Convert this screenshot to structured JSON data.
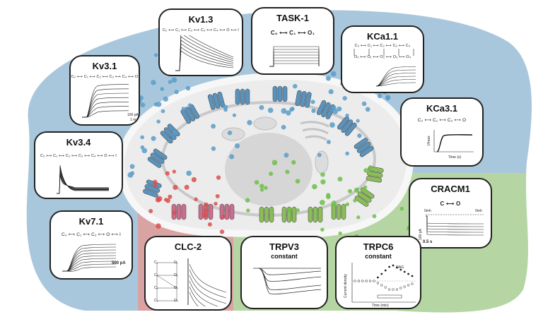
{
  "channels": {
    "kv13": {
      "title": "Kv1.3",
      "scheme": "C₀ ⟷ C₁ ⟷ C₂ ⟷ C₃ ⟷ C₄ ⟷ O ⟷ I"
    },
    "task1": {
      "title": "TASK-1",
      "scheme": "C₀ ⟷ C₁ ⟷ O₁"
    },
    "kca11": {
      "title": "KCa1.1",
      "scheme_top": "C₀ ⟷ C₁ ⟷ C₂ ⟷ C₃ ⟷ C₄",
      "scheme_bottom": "O₀ ⟷ O₁ ⟷ O₂ ⟷ O₃ ⟷ O₄"
    },
    "kv31": {
      "title": "Kv3.1",
      "scheme": "C₀ ⟷ C₁ ⟷ C₂ ⟷ C₃ ⟷ C₄ ⟷ O",
      "scalebar_current": "100 pA",
      "scalebar_time": "1 ms"
    },
    "kca31": {
      "title": "KCa3.1",
      "scheme": "C₀ ⟷ C₁ ⟷ C₂ ⟷ O",
      "ylabel": "I/Imax",
      "xlabel": "Time (s)"
    },
    "kv34": {
      "title": "Kv3.4",
      "scheme": "C₀ ⟷ C₁ ⟷ C₂ ⟷ C₃ ⟷ C₄ ⟷ O ⟷ I"
    },
    "cracm1": {
      "title": "CRACM1",
      "scheme": "C ⟷ O",
      "scalebar_current": "100 pA",
      "scalebar_time": "0.5 s",
      "marker_left": "0mh",
      "marker_right": "0mh"
    },
    "kv71": {
      "title": "Kv7.1",
      "scheme": "C₀ ⟷ C₁ ⟷ C₂ ⟷ O ⟷ I",
      "scalebar_current": "500 pA"
    },
    "clc2": {
      "title": "CLC-2",
      "states": [
        "C₁",
        "O₁",
        "C₂",
        "O₂",
        "C₃",
        "O₃",
        "C₄",
        "O₄"
      ]
    },
    "trpv3": {
      "title": "TRPV3",
      "subtitle": "constant"
    },
    "trpc6": {
      "title": "TRPC6",
      "subtitle": "constant",
      "legend": "OAG",
      "xlabel": "Time (min)",
      "ylabel": "Current density"
    }
  },
  "colors": {
    "potassium_region": "#a9c7dc",
    "chloride_region": "#d9a3a3",
    "cation_region": "#b5d6a3",
    "cell_interior": "#ececec",
    "nucleus": "#d6d6d6",
    "k_channel": "#5a93bd",
    "cl_channel": "#c9708f",
    "cation_channel": "#8bbd5a"
  }
}
